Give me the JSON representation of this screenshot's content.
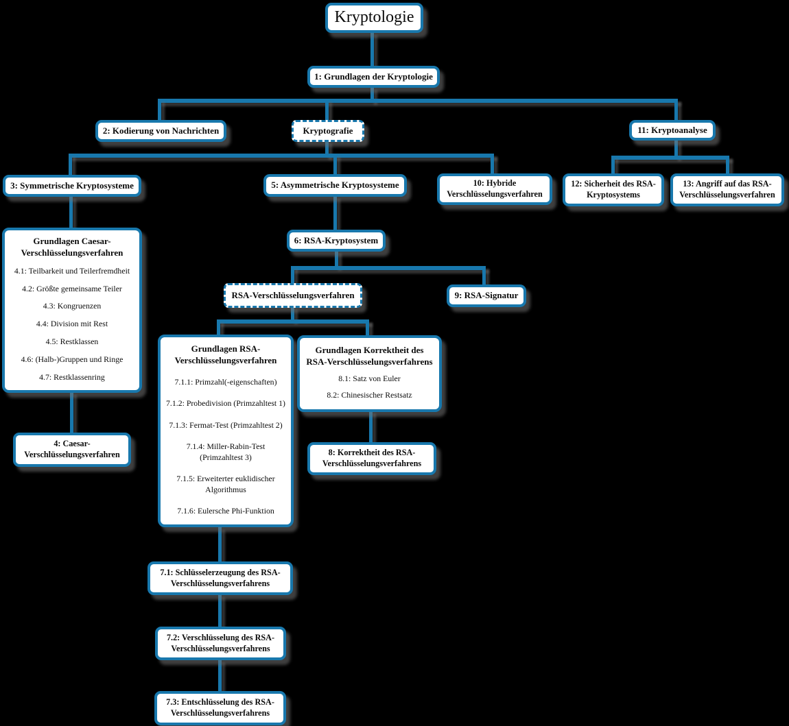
{
  "diagram": {
    "background_color": "#000000",
    "accent_color": "#1878ad",
    "root": {
      "label": "Kryptologie"
    },
    "nodes": {
      "n1": {
        "label": "1: Grundlagen der Kryptologie"
      },
      "n2": {
        "label": "2: Kodierung von Nachrichten"
      },
      "kryptografie": {
        "label": "Kryptografie",
        "style": "dashed"
      },
      "n11": {
        "label": "11: Kryptoanalyse"
      },
      "n3": {
        "label": "3: Symmetrische Kryptosysteme"
      },
      "n5": {
        "label": "5: Asymmetrische Kryptosysteme"
      },
      "n10": {
        "label": "10: Hybride Verschlüsselungsverfahren"
      },
      "n12": {
        "label": "12: Sicherheit des RSA-Kryptosystems"
      },
      "n13": {
        "label": "13: Angriff auf das RSA-Verschlüsselungsverfahren"
      },
      "n4": {
        "label": "4: Caesar-Verschlüsselungsverfahren"
      },
      "n6": {
        "label": "6: RSA-Kryptosystem"
      },
      "rsa_verfahren": {
        "label": "RSA-Verschlüsselungsverfahren",
        "style": "dashed"
      },
      "n9": {
        "label": "9: RSA-Signatur"
      },
      "n8": {
        "label": "8: Korrektheit des RSA-Verschlüsselungsverfahrens"
      },
      "n71": {
        "label": "7.1: Schlüsselerzeugung des RSA-Verschlüsselungsverfahrens"
      },
      "n72": {
        "label": "7.2: Verschlüsselung des RSA-Verschlüsselungsverfahrens"
      },
      "n73": {
        "label": "7.3: Entschlüsselung des RSA-Verschlüsselungsverfahrens"
      }
    },
    "groups": {
      "caesar": {
        "title": "Grundlagen Caesar-Verschlüsselungsverfahren",
        "items": [
          "4.1: Teilbarkeit und Teilerfremdheit",
          "4.2: Größte gemeinsame Teiler",
          "4.3: Kongruenzen",
          "4.4: Division mit Rest",
          "4.5: Restklassen",
          "4.6: (Halb-)Gruppen und Ringe",
          "4.7: Restklassenring"
        ]
      },
      "rsa": {
        "title": "Grundlagen RSA-Verschlüsselungsverfahren",
        "items": [
          "7.1.1: Primzahl(-eigenschaften)",
          "7.1.2: Probedivision (Primzahltest 1)",
          "7.1.3: Fermat-Test (Primzahltest 2)",
          "7.1.4: Miller-Rabin-Test (Primzahltest 3)",
          "7.1.5: Erweiterter euklidischer Algorithmus",
          "7.1.6: Eulersche Phi-Funktion"
        ]
      },
      "korrektheit": {
        "title": "Grundlagen Korrektheit des RSA-Verschlüsselungsverfahrens",
        "items": [
          "8.1: Satz von Euler",
          "8.2: Chinesischer Restsatz"
        ]
      }
    }
  }
}
